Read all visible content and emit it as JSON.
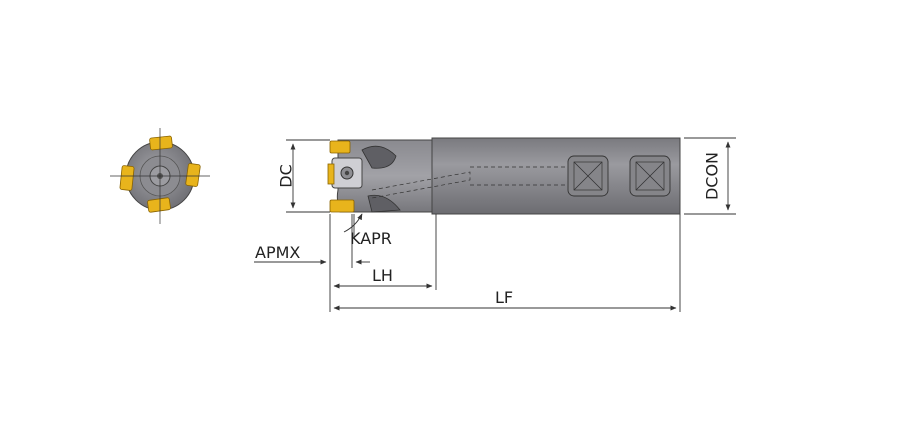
{
  "labels": {
    "dc": "DC",
    "dcon": "DCON",
    "kapr": "KAPR",
    "apmx": "APMX",
    "lh": "LH",
    "lf": "LF"
  },
  "colors": {
    "body": "#8f8f93",
    "body_dark": "#6e6e73",
    "insert": "#e8b41c",
    "insert_dark": "#b9860c",
    "line": "#333333"
  }
}
